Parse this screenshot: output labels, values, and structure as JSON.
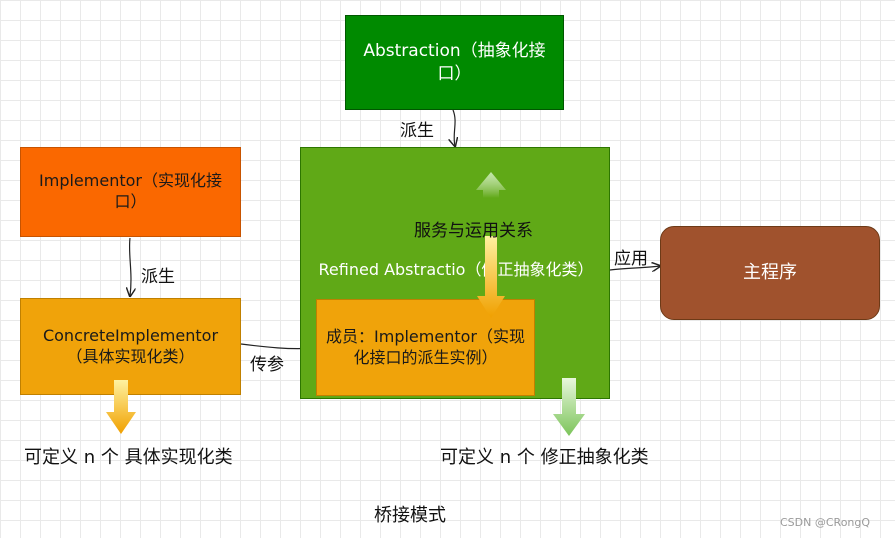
{
  "nodes": {
    "abstraction": "Abstraction（抽象化接口）",
    "implementor": "Implementor（实现化接口）",
    "concrete_implementor": "ConcreteImplementor（具体实现化类）",
    "refined_abstraction": "Refined Abstractio（修正抽象化类）",
    "member": "成员：Implementor（实现化接口的派生实例）",
    "main_program": "主程序"
  },
  "edge_labels": {
    "derive_top": "派生",
    "derive_left": "派生",
    "pass_param": "传参",
    "apply": "应用",
    "service_relation": "服务与运用关系"
  },
  "notes": {
    "n_concrete": "可定义 n 个 具体实现化类",
    "n_refined": "可定义 n 个 修正抽象化类",
    "title": "桥接模式"
  },
  "watermark": "CSDN @CRongQ",
  "colors": {
    "abstraction": "#008a00",
    "implementor": "#fa6800",
    "concrete": "#f0a30a",
    "refined": "#60a917",
    "main": "#a0522d"
  }
}
